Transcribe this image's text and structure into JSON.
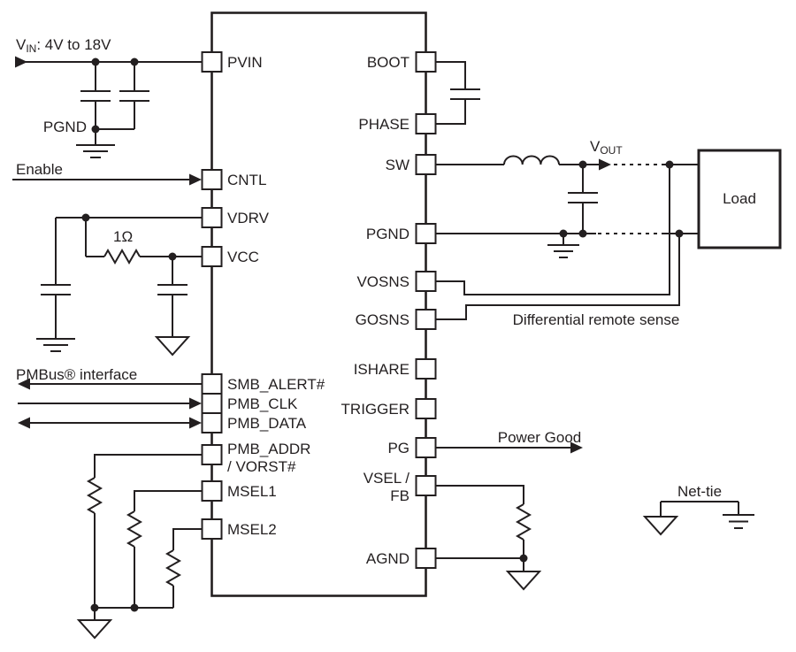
{
  "colors": {
    "ink": "#231f20",
    "paper": "#ffffff"
  },
  "chip": {
    "left_pins": [
      {
        "label": "PVIN"
      },
      {
        "label": "CNTL"
      },
      {
        "label": "VDRV"
      },
      {
        "label": "VCC"
      },
      {
        "label": "SMB_ALERT#"
      },
      {
        "label": "PMB_CLK"
      },
      {
        "label": "PMB_DATA"
      },
      {
        "label": "PMB_ADDR",
        "label2": "/ VORST#"
      },
      {
        "label": "MSEL1"
      },
      {
        "label": "MSEL2"
      }
    ],
    "right_pins": [
      {
        "label": "BOOT"
      },
      {
        "label": "PHASE"
      },
      {
        "label": "SW"
      },
      {
        "label": "PGND"
      },
      {
        "label": "VOSNS"
      },
      {
        "label": "GOSNS"
      },
      {
        "label": "ISHARE"
      },
      {
        "label": "TRIGGER"
      },
      {
        "label": "PG"
      },
      {
        "label": "VSEL /",
        "label2": "FB"
      },
      {
        "label": "AGND"
      }
    ]
  },
  "labels": {
    "vin_v": "V",
    "vin_sub": "IN",
    "vin_rest": ": 4V to 18V",
    "pgnd": "PGND",
    "enable": "Enable",
    "resistor_value": "1Ω",
    "pmbus": "PMBus® interface",
    "vout_v": "V",
    "vout_sub": "OUT",
    "load": "Load",
    "remote_sense": "Differential remote sense",
    "power_good": "Power Good",
    "net_tie": "Net-tie"
  }
}
